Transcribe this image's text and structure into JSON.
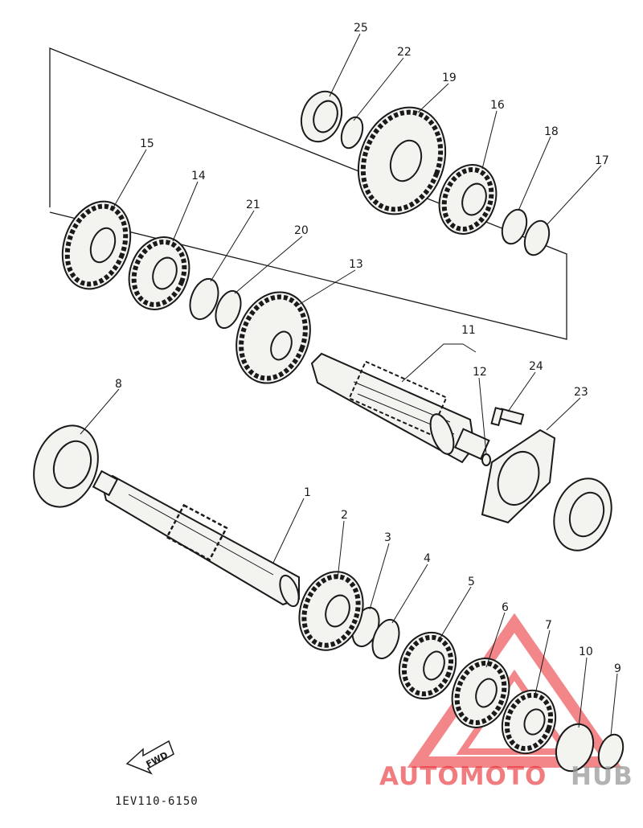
{
  "diagram": {
    "callouts": [
      "1",
      "2",
      "3",
      "4",
      "5",
      "6",
      "7",
      "8",
      "9",
      "10",
      "11",
      "12",
      "13",
      "14",
      "15",
      "16",
      "17",
      "18",
      "19",
      "20",
      "21",
      "22",
      "23",
      "24",
      "25"
    ],
    "fwd_label": "FWD",
    "drawing_code": "1EV110-6150",
    "watermark": {
      "part1": "AUTOMOTO",
      "part2": "HUB",
      "color": "#e8242a",
      "gray": "#9a9a9a"
    }
  }
}
